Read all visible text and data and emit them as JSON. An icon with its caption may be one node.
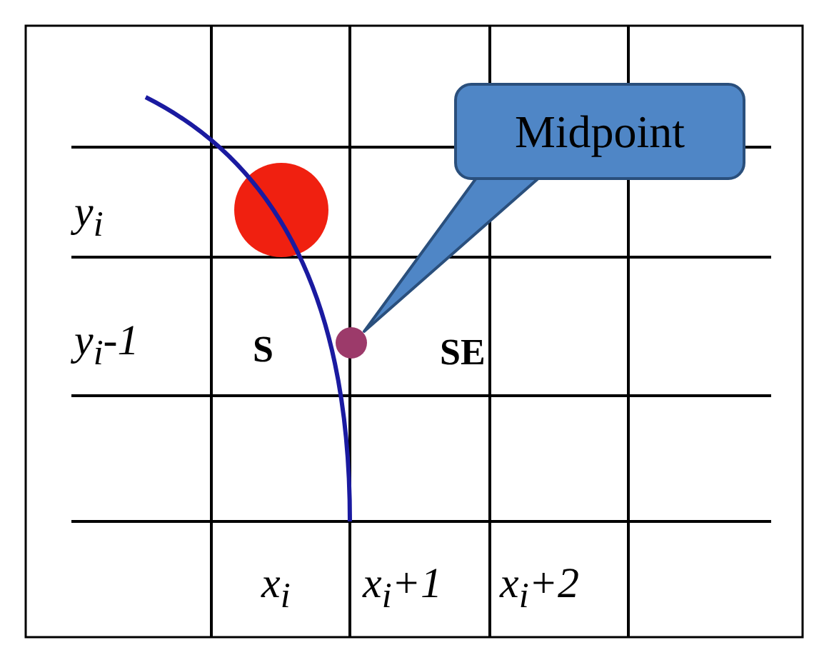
{
  "diagram": {
    "nodes": [
      {
        "text": [
          "Midpoint"
        ]
      },
      {
        "text": [],
        "shape": "circle"
      }
    ],
    "edges": [
      {
        "from": 0,
        "to": 1,
        "arrow": "none"
      }
    ],
    "labels": [
      "y$_{i}$",
      "y$_{i}$-1",
      "S",
      "SE",
      "x$_{i}$",
      "x$_{i}$+1",
      "x$_{i}$+2"
    ]
  }
}
